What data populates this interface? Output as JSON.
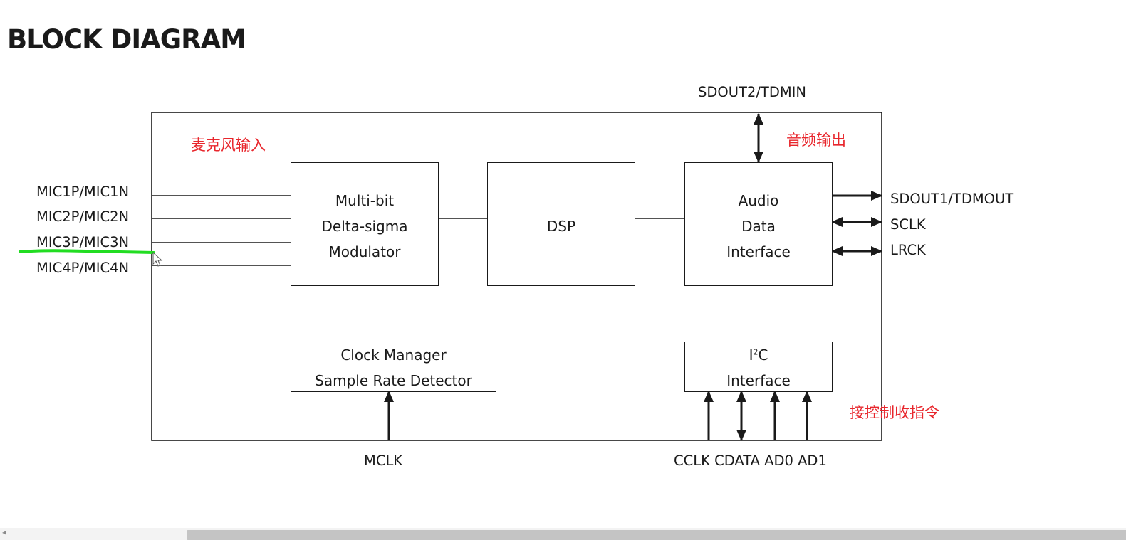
{
  "title": "BLOCK DIAGRAM",
  "pins_left": [
    "MIC1P/MIC1N",
    "MIC2P/MIC2N",
    "MIC3P/MIC3N",
    "MIC4P/MIC4N"
  ],
  "pins_right": [
    "SDOUT1/TDMOUT",
    "SCLK",
    "LRCK"
  ],
  "pin_top": "SDOUT2/TDMIN",
  "pin_mclk": "MCLK",
  "pins_bottom_right": "CCLK CDATA AD0 AD1",
  "blocks": {
    "modulator": [
      "Multi-bit",
      "Delta-sigma",
      "Modulator"
    ],
    "dsp": "DSP",
    "audio_interface": [
      "Audio",
      "Data",
      "Interface"
    ],
    "clock": [
      "Clock Manager",
      "Sample Rate Detector"
    ],
    "i2c_prefix": "I",
    "i2c_sup": "2",
    "i2c_suffix": "C",
    "i2c_line2": "Interface"
  },
  "annotations": {
    "mic_input": "麦克风输入",
    "audio_output": "音频输出",
    "control": "接控制收指令"
  },
  "colors": {
    "annotation": "#e8262c",
    "highlight": "#22dd22",
    "line": "#1a1a1a"
  }
}
